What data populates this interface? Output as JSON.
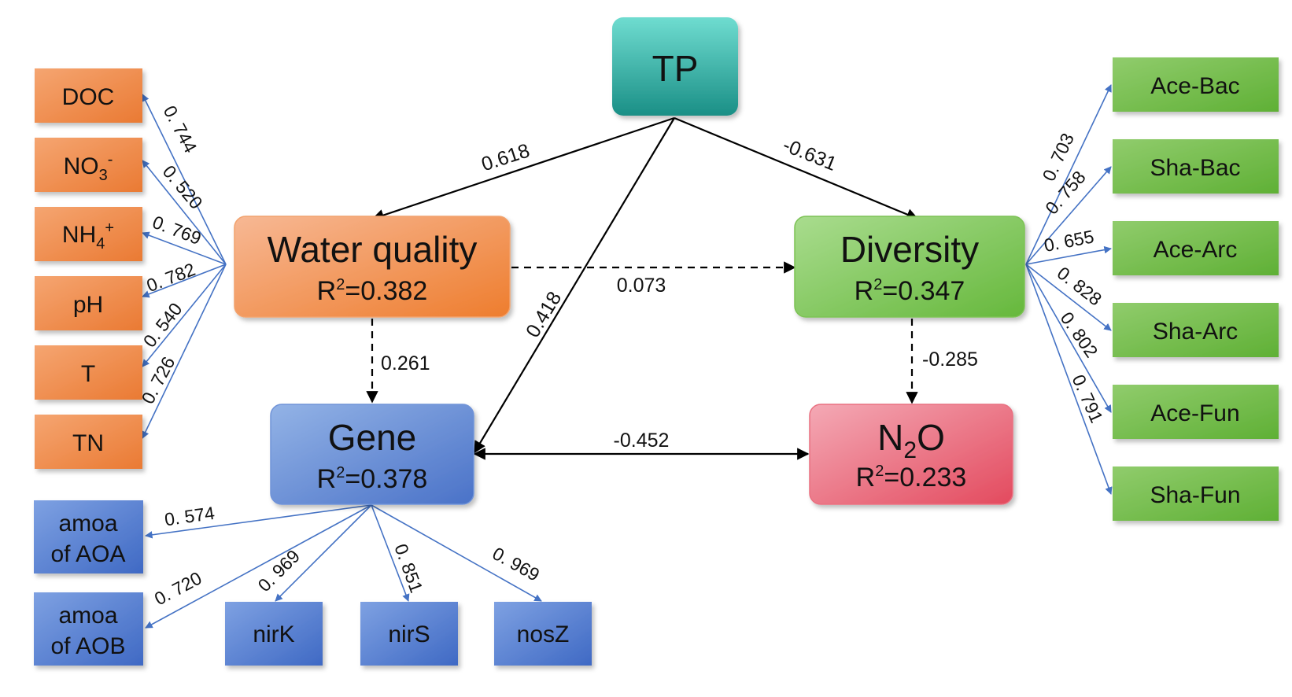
{
  "diagram": {
    "latent": {
      "tp": {
        "label": "TP"
      },
      "water": {
        "label": "Water quality",
        "r2_prefix": "R",
        "r2_sup": "2",
        "r2_value": "=0.382"
      },
      "diversity": {
        "label": "Diversity",
        "r2_prefix": "R",
        "r2_sup": "2",
        "r2_value": "=0.347"
      },
      "gene": {
        "label": "Gene",
        "r2_prefix": "R",
        "r2_sup": "2",
        "r2_value": "=0.378"
      },
      "n2o": {
        "label_main": "N",
        "label_sub": "2",
        "label_tail": "O",
        "r2_prefix": "R",
        "r2_sup": "2",
        "r2_value": "=0.233"
      }
    },
    "paths": {
      "tp_water": "0.618",
      "tp_diversity": "-0.631",
      "tp_gene": "0.418",
      "water_diversity": "0.073",
      "water_gene": "0.261",
      "diversity_n2o": "-0.285",
      "gene_n2o": "-0.452"
    },
    "water_indicators": [
      {
        "label": "DOC",
        "loading": "0. 744"
      },
      {
        "label_main": "NO",
        "sub": "3",
        "sup": "-",
        "loading": "0. 520"
      },
      {
        "label_main": "NH",
        "sub": "4",
        "sup": "+",
        "loading": "0. 769"
      },
      {
        "label": "pH",
        "loading": "0. 782"
      },
      {
        "label": "T",
        "loading": "0. 540"
      },
      {
        "label": "TN",
        "loading": "0. 726"
      }
    ],
    "diversity_indicators": [
      {
        "label": "Ace-Bac",
        "loading": "0. 703"
      },
      {
        "label": "Sha-Bac",
        "loading": "0. 758"
      },
      {
        "label": "Ace-Arc",
        "loading": "0. 655"
      },
      {
        "label": "Sha-Arc",
        "loading": "0. 828"
      },
      {
        "label": "Ace-Fun",
        "loading": "0. 802"
      },
      {
        "label": "Sha-Fun",
        "loading": "0. 791"
      }
    ],
    "gene_indicators": [
      {
        "line1": "amoa",
        "line2": "of AOA",
        "loading": "0. 574"
      },
      {
        "line1": "amoa",
        "line2": "of AOB",
        "loading": "0. 720"
      },
      {
        "label": "nirK",
        "loading": "0. 969"
      },
      {
        "label": "nirS",
        "loading": "0. 851"
      },
      {
        "label": "nosZ",
        "loading": "0. 969"
      }
    ],
    "colors": {
      "tp_top": "#6fdcd0",
      "tp_bottom": "#1a8f86",
      "water_top": "#f7b894",
      "water_bottom": "#ee7d2e",
      "diversity_top": "#a9dc8e",
      "diversity_bottom": "#66b83c",
      "gene_top": "#93b3e6",
      "gene_bottom": "#4a72c8",
      "n2o_top": "#f4a9b5",
      "n2o_bottom": "#e34a5e",
      "orange_box": "#ef8a4a",
      "green_box": "#74be4c",
      "blue_box": "#5581d6",
      "loading_line": "#4472c4",
      "path_line": "#000000"
    }
  }
}
